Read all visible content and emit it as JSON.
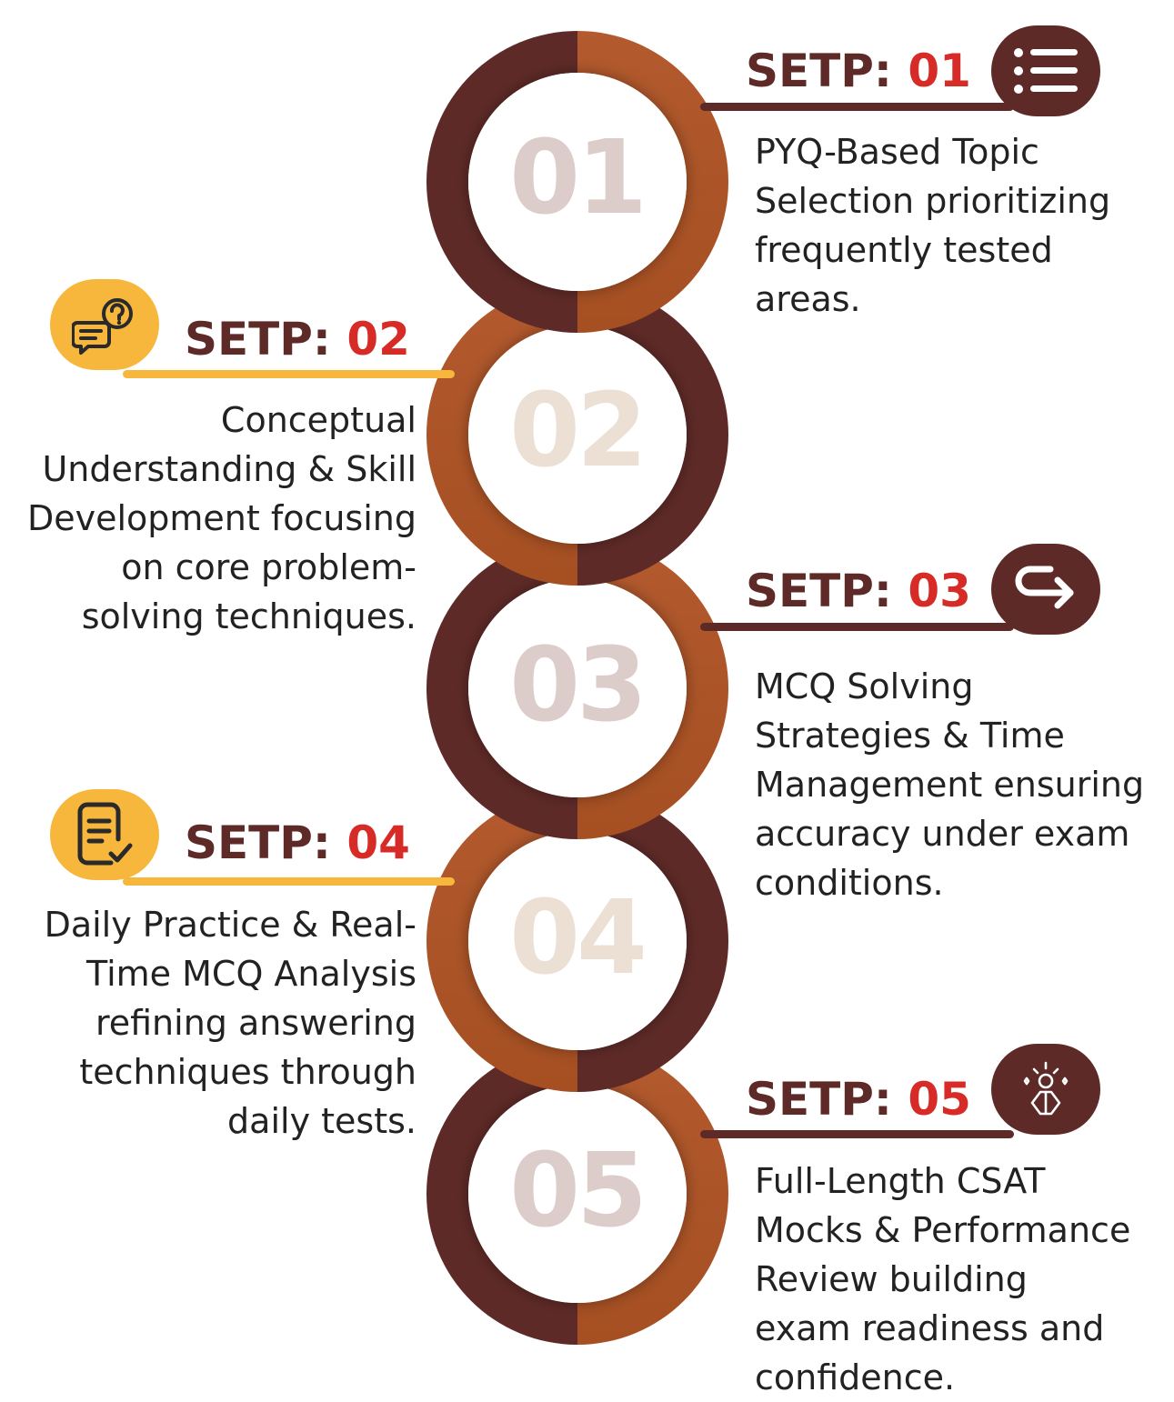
{
  "colors": {
    "dark": "#5e2a27",
    "copper": "#a54f22",
    "copper_light": "#b35a2e",
    "accent_red": "#d62b26",
    "yellow": "#f6b73c",
    "text": "#222222",
    "number_pink": "#dccdcb",
    "number_cream": "#ecdfd3"
  },
  "step_prefix": "SETP: ",
  "steps": [
    {
      "number": "01",
      "big": "01",
      "icon": "list-icon",
      "description": "PYQ-Based Topic\nSelection prioritizing\nfrequently tested\nareas."
    },
    {
      "number": "02",
      "big": "02",
      "icon": "chat-question-icon",
      "description": "Conceptual\nUnderstanding & Skill\nDevelopment focusing\non core problem-\nsolving techniques."
    },
    {
      "number": "03",
      "big": "03",
      "icon": "redirect-arrow-icon",
      "description": "MCQ Solving\nStrategies & Time\nManagement ensuring\naccuracy under exam\nconditions."
    },
    {
      "number": "04",
      "big": "04",
      "icon": "checklist-icon",
      "description": "Daily Practice & Real-\nTime MCQ Analysis\nrefining answering\ntechniques through\ndaily tests."
    },
    {
      "number": "05",
      "big": "05",
      "icon": "confident-person-icon",
      "description": "Full-Length CSAT\nMocks & Performance\nReview building\nexam readiness and\nconfidence."
    }
  ]
}
